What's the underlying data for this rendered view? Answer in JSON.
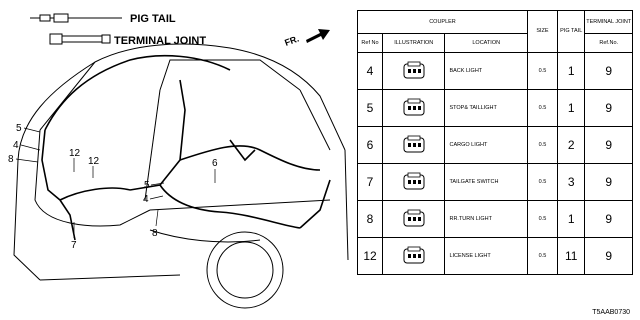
{
  "legend": {
    "pigtail_label": "PIG TAIL",
    "terminal_joint_label": "TERMINAL JOINT"
  },
  "direction_label": "FR.",
  "callouts": [
    "5",
    "4",
    "8",
    "12",
    "12",
    "7",
    "5",
    "4",
    "8",
    "6"
  ],
  "table": {
    "header": {
      "coupler": "COUPLER",
      "ref_no": "Ref No",
      "illustration": "ILLUSTRATION",
      "location": "LOCATION",
      "size": "SIZE",
      "pig_tail": "PIG TAIL",
      "terminal_joint": "TERMINAL JOINT",
      "terminal_ref": "Ref.No."
    },
    "rows": [
      {
        "ref": "4",
        "icon": "connector-icon",
        "location": "BACK LIGHT",
        "size": "0.5",
        "pig": "1",
        "joint": "9"
      },
      {
        "ref": "5",
        "icon": "connector-icon",
        "location": "STOP& TAILLIGHT",
        "size": "0.5",
        "pig": "1",
        "joint": "9"
      },
      {
        "ref": "6",
        "icon": "connector-icon",
        "location": "CARGO LIGHT",
        "size": "0.5",
        "pig": "2",
        "joint": "9"
      },
      {
        "ref": "7",
        "icon": "connector-icon",
        "location": "TAILGATE SWITCH",
        "size": "0.5",
        "pig": "3",
        "joint": "9"
      },
      {
        "ref": "8",
        "icon": "connector-icon",
        "location": "RR.TURN LIGHT",
        "size": "0.5",
        "pig": "1",
        "joint": "9"
      },
      {
        "ref": "12",
        "icon": "connector-icon",
        "location": "LICENSE LIGHT",
        "size": "0.5",
        "pig": "11",
        "joint": "9"
      }
    ]
  },
  "part_code": "T5AAB0730"
}
